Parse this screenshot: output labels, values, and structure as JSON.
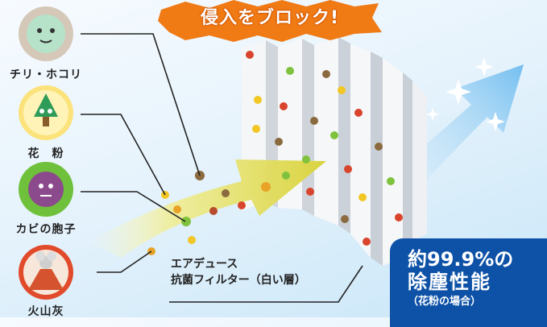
{
  "banner": {
    "text": "侵入をブロック!"
  },
  "pollutants": [
    {
      "label": "チリ・ホコリ",
      "icon": "dust-icon"
    },
    {
      "label": "花　粉",
      "icon": "pollen-tree-icon"
    },
    {
      "label": "カビの胞子",
      "icon": "mold-spore-icon"
    },
    {
      "label": "火山灰",
      "icon": "volcano-icon"
    }
  ],
  "filter_caption": {
    "line1": "エアデュース",
    "line2": "抗菌フィルター（白い層）"
  },
  "performance_badge": {
    "line1": "約99.9%の",
    "line2": "除塵性能",
    "line3": "（花粉の場合）"
  },
  "colors": {
    "arrow_yellow": "#e8e46a",
    "badge_blue": "#0e52a7",
    "banner_orange": "#f07a14"
  }
}
